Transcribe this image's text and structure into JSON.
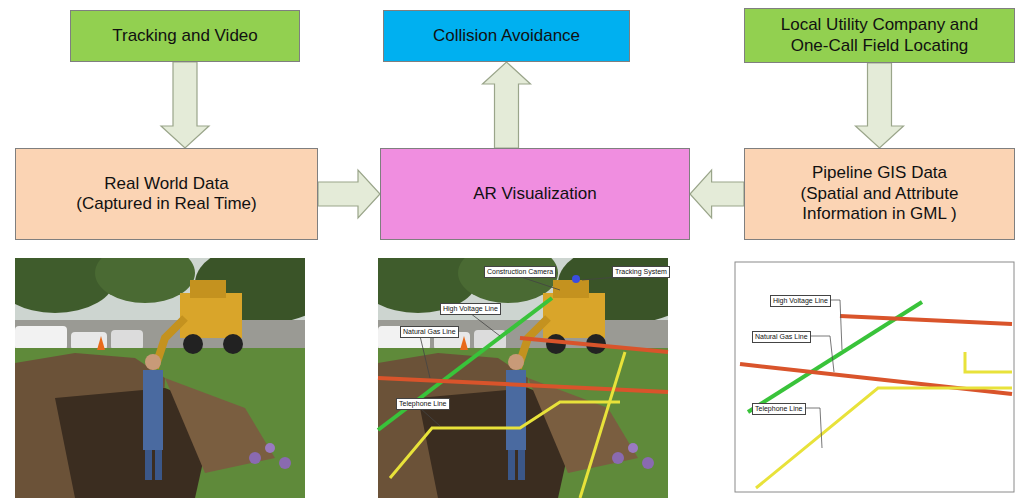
{
  "diagram": {
    "nodes": [
      {
        "text": [
          "Tracking and Video"
        ]
      },
      {
        "text": [
          "Collision Avoidance"
        ]
      },
      {
        "text": [
          "Local Utility Company and One-Call Field Locating"
        ]
      },
      {
        "text": [
          "Real World Data (Captured in Real Time)"
        ]
      },
      {
        "text": [
          "AR Visualization"
        ]
      },
      {
        "text": [
          "Pipeline GIS Data (Spatial and Attribute Information in GML )"
        ]
      }
    ],
    "edges": [
      {
        "from": 0,
        "to": 3,
        "arrow": "to"
      },
      {
        "from": 4,
        "to": 1,
        "arrow": "to"
      },
      {
        "from": 2,
        "to": 5,
        "arrow": "to"
      },
      {
        "from": 3,
        "to": 4,
        "arrow": "to"
      },
      {
        "from": 5,
        "to": 4,
        "arrow": "to"
      }
    ],
    "labels": [
      "Construction Camera",
      "Tracking System",
      "High Voltage Line",
      "Natural Gas Line",
      "Telephone Line",
      "High Voltage Line",
      "Natural Gas Line",
      "Telephone Line"
    ]
  }
}
